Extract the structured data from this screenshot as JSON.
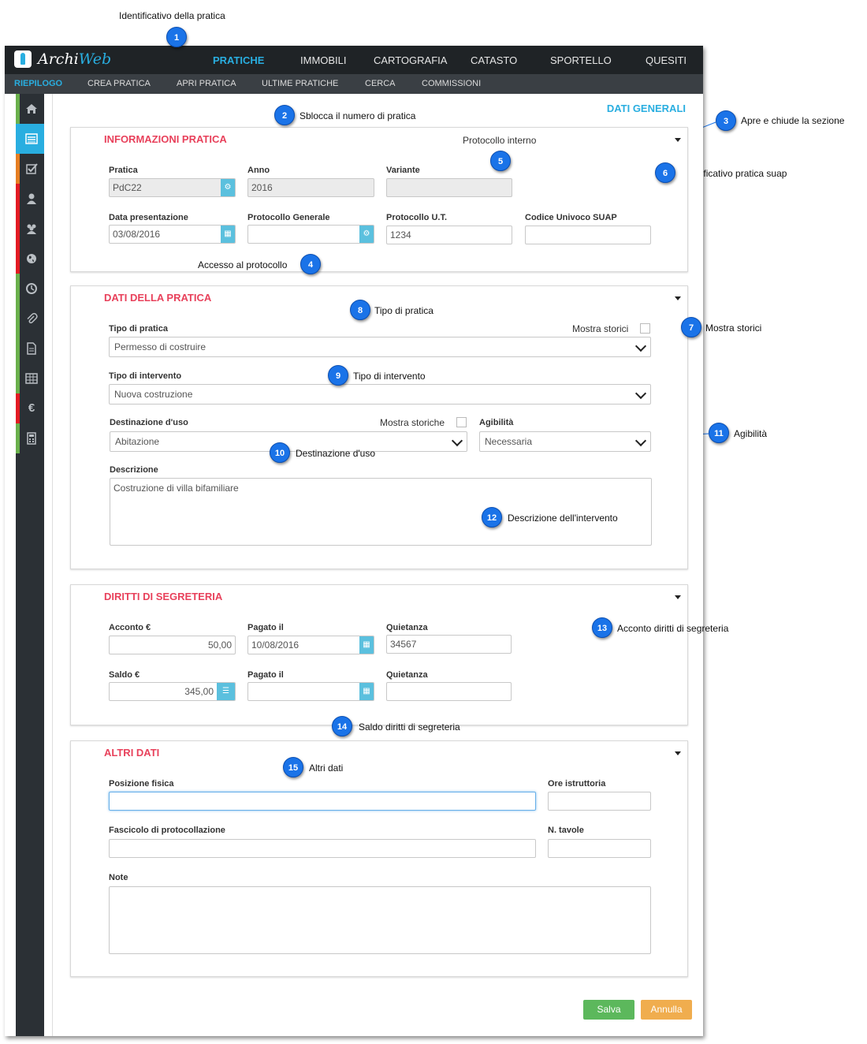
{
  "annotations": {
    "a1": "Identificativo della pratica",
    "a2": "Sblocca il numero di pratica",
    "a3": "Apre e chiude la sezione",
    "a4": "Accesso al protocollo",
    "a6": "Identificativo pratica suap",
    "a7": "Mostra storici",
    "a8": "Tipo di pratica",
    "a9": "Tipo di intervento",
    "a10": "Destinazione d'uso",
    "a11": "Agibilità",
    "a12": "Descrizione dell'intervento",
    "a13": "Acconto diritti di segreteria",
    "a14": "Saldo diritti di segreteria",
    "a15": "Altri dati"
  },
  "callouts": {
    "c1": "1",
    "c2": "2",
    "c3": "3",
    "c4": "4",
    "c5": "5",
    "c6": "6",
    "c7": "7",
    "c8": "8",
    "c9": "9",
    "c10": "10",
    "c11": "11",
    "c12": "12",
    "c13": "13",
    "c14": "14",
    "c15": "15"
  },
  "brand": {
    "archi": "Archi",
    "web": "Web"
  },
  "nav": {
    "pratiche": "PRATICHE",
    "immobili": "IMMOBILI",
    "cartografia": "CARTOGRAFIA",
    "catasto": "CATASTO",
    "sportello": "SPORTELLO",
    "quesiti": "QUESITI"
  },
  "subnav": {
    "riepilogo": "RIEPILOGO",
    "crea": "CREA PRATICA",
    "apri": "APRI PRATICA",
    "ultime": "ULTIME PRATICHE",
    "cerca": "CERCA",
    "commissioni": "COMMISSIONI"
  },
  "sidebar_colors": {
    "green": "#6ab04c",
    "orange": "#e67e22",
    "red": "#e31b23",
    "active": "#29aee0"
  },
  "section_title": "DATI GENERALI",
  "info": {
    "title": "INFORMAZIONI PRATICA",
    "protocollo_interno": "Protocollo interno",
    "pratica_label": "Pratica",
    "pratica_value": "PdC22",
    "anno_label": "Anno",
    "anno_value": "2016",
    "variante_label": "Variante",
    "data_label": "Data presentazione",
    "data_value": "03/08/2016",
    "prot_gen_label": "Protocollo Generale",
    "prot_ut_label": "Protocollo U.T.",
    "prot_ut_value": "1234",
    "suap_label": "Codice Univoco SUAP"
  },
  "dati": {
    "title": "DATI DELLA PRATICA",
    "tipo_pratica_label": "Tipo di pratica",
    "mostra_storici": "Mostra storici",
    "tipo_pratica_value": "Permesso di costruire",
    "tipo_intervento_label": "Tipo di intervento",
    "tipo_intervento_value": "Nuova costruzione",
    "destinazione_label": "Destinazione d'uso",
    "mostra_storiche": "Mostra storiche",
    "destinazione_value": "Abitazione",
    "agibilita_label": "Agibilità",
    "agibilita_value": "Necessaria",
    "descrizione_label": "Descrizione",
    "descrizione_value": "Costruzione di villa bifamiliare"
  },
  "diritti": {
    "title": "DIRITTI DI SEGRETERIA",
    "acconto_label": "Acconto €",
    "acconto_value": "50,00",
    "pagato1_label": "Pagato il",
    "pagato1_value": "10/08/2016",
    "quietanza1_label": "Quietanza",
    "quietanza1_value": "34567",
    "saldo_label": "Saldo €",
    "saldo_value": "345,00",
    "pagato2_label": "Pagato il",
    "quietanza2_label": "Quietanza"
  },
  "altri": {
    "title": "ALTRI DATI",
    "posizione_label": "Posizione fisica",
    "ore_label": "Ore istruttoria",
    "fascicolo_label": "Fascicolo di protocollazione",
    "tavole_label": "N. tavole",
    "note_label": "Note"
  },
  "buttons": {
    "salva": "Salva",
    "annulla": "Annulla"
  }
}
